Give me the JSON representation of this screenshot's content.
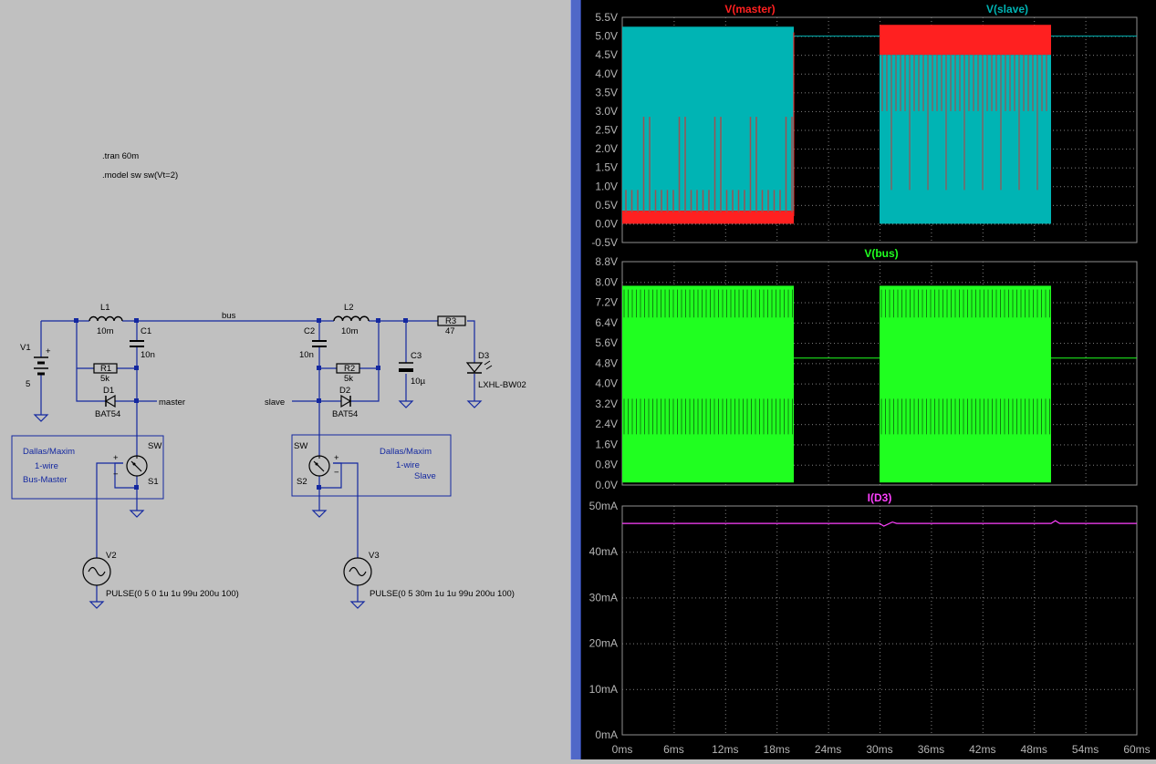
{
  "schematic": {
    "directives": [
      ".tran 60m",
      ".model sw sw(Vt=2)"
    ],
    "labels": {
      "L1": "L1",
      "L1v": "10m",
      "C1": "C1",
      "C1v": "10n",
      "R1": "R1",
      "R1v": "5k",
      "D1": "D1",
      "D1v": "BAT54",
      "bus": "bus",
      "master": "master",
      "slave": "slave",
      "C2": "C2",
      "C2v": "10n",
      "L2": "L2",
      "L2v": "10m",
      "R2": "R2",
      "R2v": "5k",
      "D2": "D2",
      "D2v": "BAT54",
      "C3": "C3",
      "C3v": "10µ",
      "R3": "R3",
      "R3v": "47",
      "D3": "D3",
      "D3v": "LXHL-BW02",
      "V1": "V1",
      "V1v": "5",
      "S1": "S1",
      "S2": "S2",
      "SW1": "SW",
      "SW2": "SW",
      "V2": "V2",
      "V2v": "PULSE(0 5 0 1u 1u 99u 200u 100)",
      "V3": "V3",
      "V3v": "PULSE(0 5 30m 1u 1u 99u 200u 100)",
      "plus": "+",
      "minus": "−"
    },
    "master_block": [
      "Dallas/Maxim",
      "1-wire",
      "Bus-Master"
    ],
    "slave_block": [
      "Dallas/Maxim",
      "1-wire",
      "Slave"
    ]
  },
  "plot": {
    "colors": {
      "master": "#ff2020",
      "slave": "#00b4b4",
      "bus": "#20ff20",
      "d3": "#ff40ff",
      "grid": "#808080",
      "text": "#b4b4b4"
    },
    "pane1": {
      "traces": [
        "V(master)",
        "V(slave)"
      ],
      "yticks": [
        "5.5V",
        "5.0V",
        "4.5V",
        "4.0V",
        "3.5V",
        "3.0V",
        "2.5V",
        "2.0V",
        "1.5V",
        "1.0V",
        "0.5V",
        "0.0V",
        "-0.5V"
      ]
    },
    "pane2": {
      "traces": [
        "V(bus)"
      ],
      "yticks": [
        "8.8V",
        "8.0V",
        "7.2V",
        "6.4V",
        "5.6V",
        "4.8V",
        "4.0V",
        "3.2V",
        "2.4V",
        "1.6V",
        "0.8V",
        "0.0V"
      ]
    },
    "pane3": {
      "traces": [
        "I(D3)"
      ],
      "yticks": [
        "50mA",
        "40mA",
        "30mA",
        "20mA",
        "10mA",
        "0mA"
      ]
    },
    "xticks": [
      "0ms",
      "6ms",
      "12ms",
      "18ms",
      "24ms",
      "30ms",
      "36ms",
      "42ms",
      "48ms",
      "54ms",
      "60ms"
    ]
  },
  "chart_data": [
    {
      "type": "line",
      "series": [
        {
          "name": "V(master)",
          "x": [
            0,
            20,
            20,
            30,
            30,
            50,
            50,
            60
          ],
          "y": [
            0.2,
            0.2,
            5.0,
            5.0,
            5.1,
            5.1,
            5.0,
            5.0
          ]
        },
        {
          "name": "V(slave)",
          "x": [
            0,
            20,
            20,
            30,
            30,
            50,
            50,
            60
          ],
          "y": [
            5.1,
            5.1,
            5.0,
            5.0,
            0.0,
            0.0,
            5.0,
            5.0
          ]
        }
      ],
      "xlim": [
        0,
        60
      ],
      "ylim": [
        -0.5,
        5.5
      ],
      "grid": true
    },
    {
      "type": "line",
      "series": [
        {
          "name": "V(bus)",
          "x": [
            0,
            20,
            20,
            30,
            30,
            50,
            50,
            60
          ],
          "y": [
            7.8,
            7.8,
            5.0,
            5.0,
            7.8,
            7.8,
            5.0,
            5.0
          ]
        }
      ],
      "xlim": [
        0,
        60
      ],
      "ylim": [
        0,
        8.8
      ],
      "grid": true
    },
    {
      "type": "line",
      "series": [
        {
          "name": "I(D3)",
          "x": [
            0,
            30,
            30.5,
            31.5,
            32,
            50,
            50.5,
            51,
            60
          ],
          "y": [
            46.2,
            46.2,
            45.6,
            46.5,
            46.2,
            46.2,
            46.8,
            46.2,
            46.2
          ]
        }
      ],
      "xlim": [
        0,
        60
      ],
      "ylim": [
        0,
        50
      ],
      "grid": true
    }
  ]
}
